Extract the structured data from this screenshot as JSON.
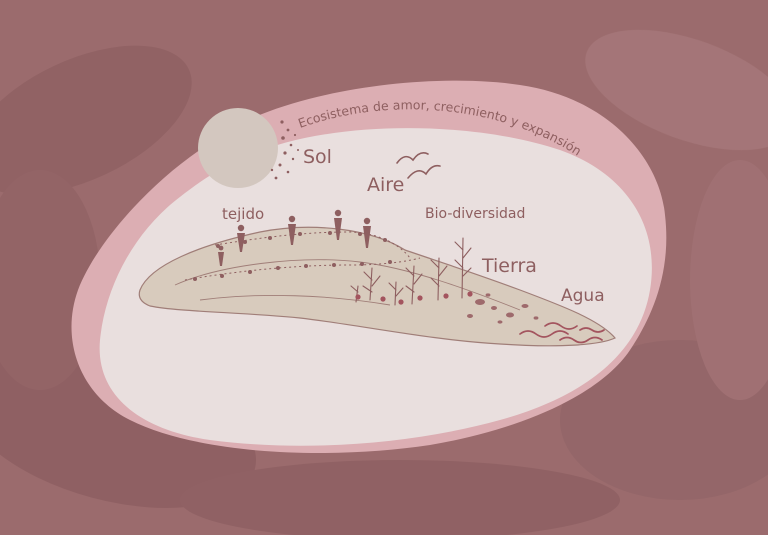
{
  "diagram": {
    "arc_title": "Ecosistema de amor, crecimiento y expansión",
    "labels": {
      "sol": "Sol",
      "aire": "Aire",
      "tejido": "tejido",
      "biodiversidad": "Bio-diversidad",
      "tierra": "Tierra",
      "agua": "Agua"
    }
  },
  "colors": {
    "background": "#9b6b6d",
    "outer_blob": "#dcaeb3",
    "inner_blob": "#e9dfde",
    "land": "#d8cbbd",
    "ink": "#8e5f60",
    "sun": "#d3c7bf"
  }
}
